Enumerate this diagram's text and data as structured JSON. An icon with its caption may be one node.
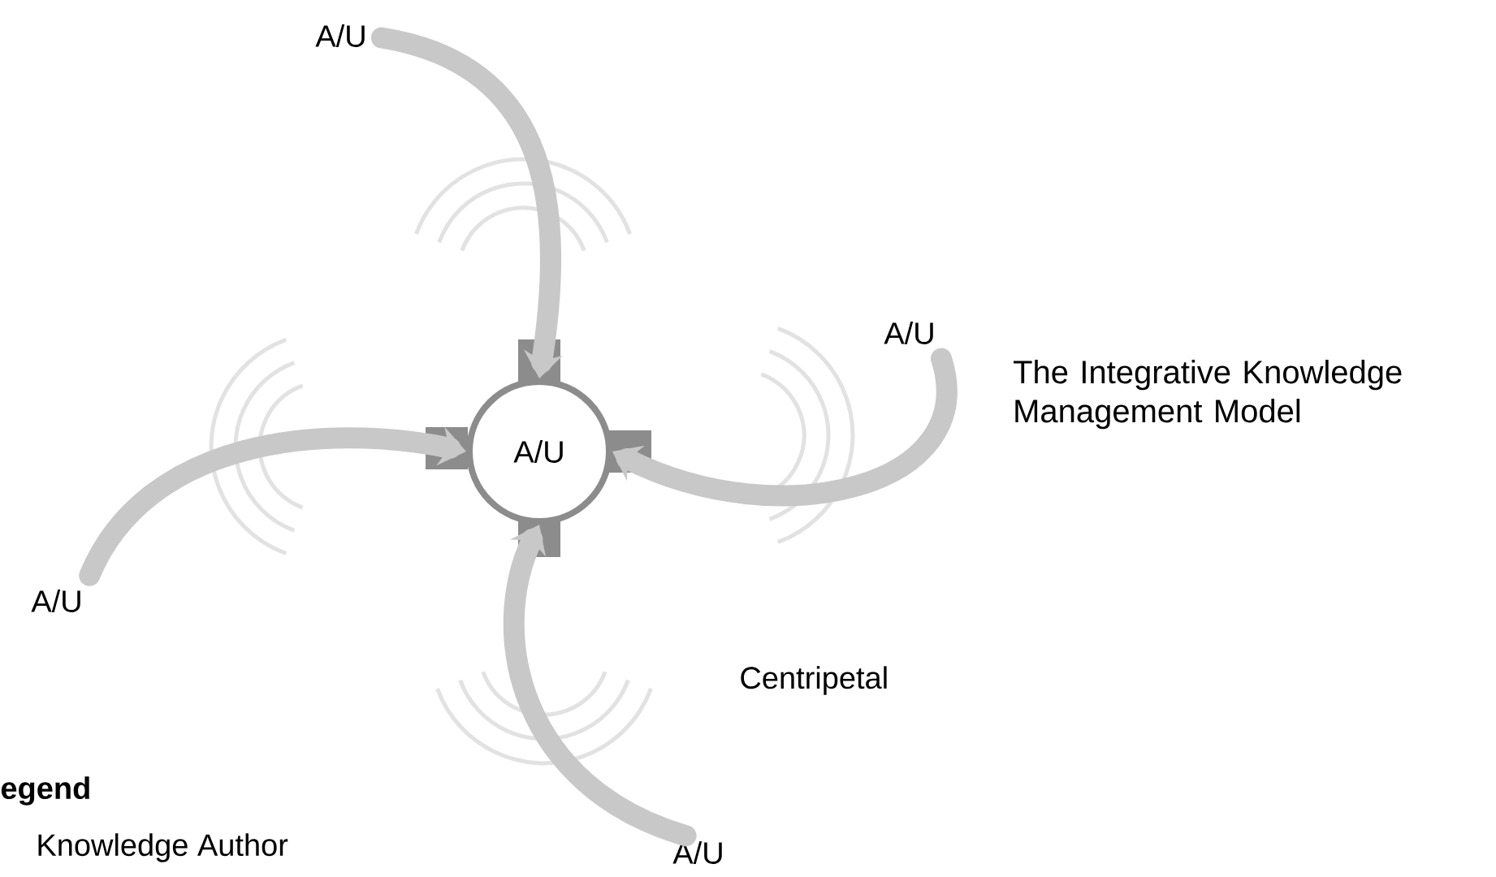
{
  "diagram": {
    "title": "The Integrative Knowledge Management Model",
    "nodes": [
      {
        "text": [
          "A/U"
        ]
      },
      {
        "text": [
          "A/U"
        ]
      },
      {
        "text": [
          "A/U"
        ]
      },
      {
        "text": [
          "A/U"
        ]
      },
      {
        "text": [
          "A/U"
        ]
      }
    ],
    "edges": [
      {
        "from": 1,
        "to": 0,
        "arrow": "to"
      },
      {
        "from": 2,
        "to": 0,
        "arrow": "to"
      },
      {
        "from": 3,
        "to": 0,
        "arrow": "to"
      },
      {
        "from": 4,
        "to": 0,
        "arrow": "to"
      }
    ],
    "labels": [
      "Centripetal",
      "egend",
      "Knowledge Author"
    ]
  }
}
